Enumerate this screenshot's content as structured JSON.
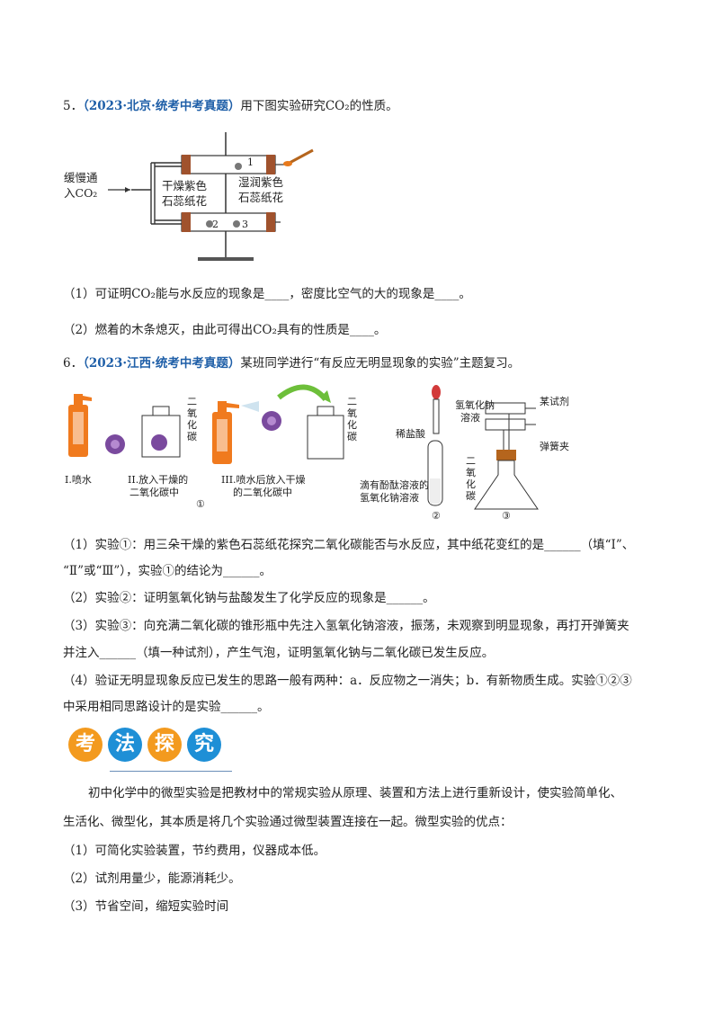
{
  "q5": {
    "number": "5．",
    "source": "（2023·北京·统考中考真题）",
    "stem": "用下图实验研究CO₂的性质。",
    "figure": {
      "inlet_line1": "缓慢通",
      "inlet_line2": "入CO₂",
      "dry_label1": "干燥紫色",
      "dry_label2": "石蕊纸花",
      "wet_label1": "湿润紫色",
      "wet_label2": "石蕊纸花",
      "n1": "1",
      "n2": "2",
      "n3": "3"
    },
    "sub1": "（1）可证明CO₂能与水反应的现象是____，密度比空气的大的现象是____。",
    "sub2": "（2）燃着的木条熄灭，由此可得出CO₂具有的性质是____。"
  },
  "q6": {
    "number": "6．",
    "source": "（2023·江西·统考中考真题）",
    "stem": "某班同学进行“有反应无明显现象的实验”主题复习。",
    "figure": {
      "co2_vertical_a": "二氧化碳",
      "co2_vertical_b": "二氧化碳",
      "co2_vertical_c": "二氧化碳",
      "cap_I": "I.喷水",
      "cap_II_1": "II.放入干燥的",
      "cap_II_2": "二氧化碳中",
      "cap_III_1": "III.喷水后放入干燥",
      "cap_III_2": "的二氧化碳中",
      "mark1": "①",
      "hcl": "稀盐酸",
      "naoh_1": "滴有酚酞溶液的",
      "naoh_2": "氢氧化钠溶液",
      "mark2": "②",
      "naoh_sol_1": "氢氧化钠",
      "naoh_sol_2": "溶液",
      "reagent": "某试剂",
      "clamp": "弹簧夹",
      "mark3": "③"
    },
    "sub1_a": "（1）实验①：用三朵干燥的紫色石蕊纸花探究二氧化碳能否与水反应，其中纸花变红的是______（填“Ⅰ”、",
    "sub1_b": "“Ⅱ”或“Ⅲ”），实验①的结论为______。",
    "sub2": "（2）实验②：证明氢氧化钠与盐酸发生了化学反应的现象是______。",
    "sub3_a": "（3）实验③：向充满二氧化碳的锥形瓶中先注入氢氧化钠溶液，振荡，未观察到明显现象，再打开弹簧夹",
    "sub3_b": "并注入______（填一种试剂），产生气泡，证明氢氧化钠与二氧化碳已发生反应。",
    "sub4_a": "（4）验证无明显现象反应已发生的思路一般有两种：a．反应物之一消失；b．有新物质生成。实验①②③",
    "sub4_b": "中采用相同思路设计的是实验______。"
  },
  "section": {
    "chars": [
      "考",
      "法",
      "探",
      "究"
    ],
    "colors": [
      "#f39a1e",
      "#1e8fd6",
      "#f39a1e",
      "#1e8fd6"
    ],
    "intro_a": "初中化学中的微型实验是把教材中的常规实验从原理、装置和方法上进行重新设计，使实验简单化、",
    "intro_b": "生活化、微型化，其本质是将几个实验通过微型装置连接在一起。微型实验的优点：",
    "p1": "（1）可简化实验装置，节约费用，仪器成本低。",
    "p2": "（2）试剂用量少，能源消耗少。",
    "p3": "（3）节省空间，缩短实验时间"
  }
}
